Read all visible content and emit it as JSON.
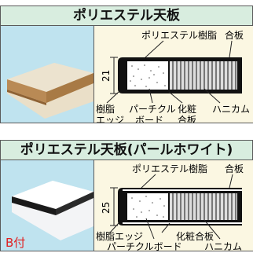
{
  "panel1": {
    "title": "ポリエステル天板",
    "labels": {
      "top_polyester_resin": "ポリエステル樹脂",
      "top_plywood": "合板",
      "dimension": "21",
      "resin_edge_line1": "樹脂",
      "resin_edge_line2": "エッジ",
      "particle_board_line1": "パーチクル",
      "particle_board_line2": "ボード",
      "decorative_plywood_line1": "化粧",
      "decorative_plywood_line2": "合板",
      "honeycomb": "ハニカム"
    }
  },
  "panel2": {
    "title": "ポリエステル天板(パールホワイト)",
    "labels": {
      "top_polyester_resin": "ポリエステル樹脂",
      "top_plywood": "合板",
      "dimension": "25",
      "resin_edge": "樹脂エッジ",
      "decorative_plywood": "化粧合板",
      "particle_board": "パーチクルボード",
      "honeycomb": "ハニカム"
    },
    "badge": "B付"
  },
  "colors": {
    "title_bg": "#d8eddf",
    "drawing_bg": "#fbf7e2",
    "photo_bg": "#bfe3ef",
    "badge_red": "#e02020"
  }
}
